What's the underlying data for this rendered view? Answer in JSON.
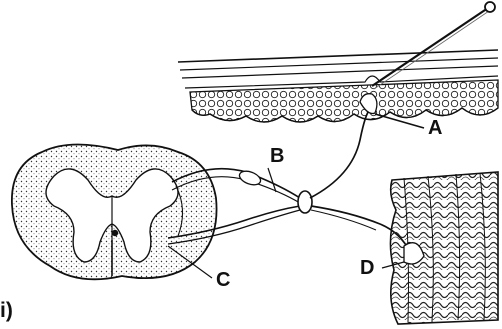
{
  "figure": {
    "caption": "i)",
    "labels": {
      "a": "A",
      "b": "B",
      "c": "C",
      "d": "D"
    }
  }
}
